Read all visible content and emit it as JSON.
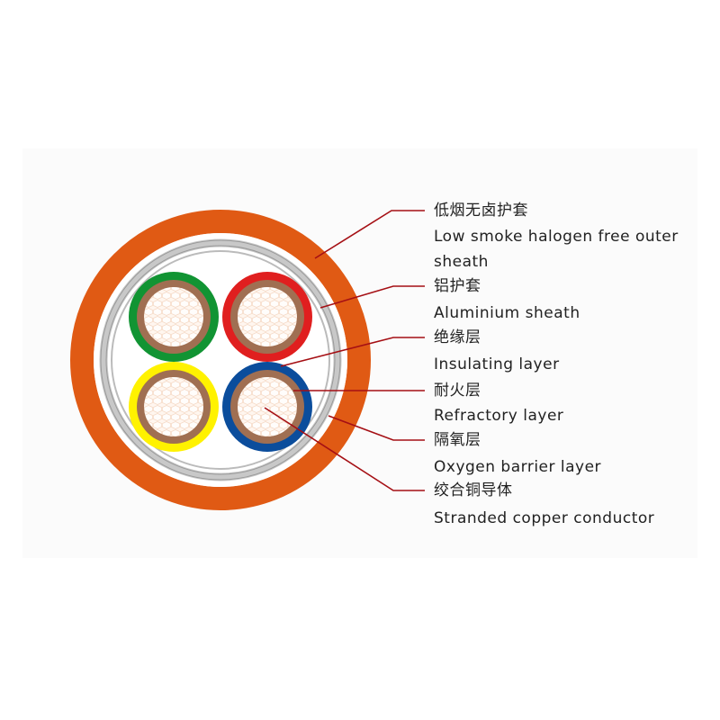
{
  "labels": [
    {
      "zh": "低烟无卤护套",
      "en": [
        "Low smoke halogen free outer",
        "sheath"
      ]
    },
    {
      "zh": "铝护套",
      "en": [
        "Aluminium sheath"
      ]
    },
    {
      "zh": "绝缘层",
      "en": [
        "Insulating layer"
      ]
    },
    {
      "zh": "耐火层",
      "en": [
        "Refractory layer"
      ]
    },
    {
      "zh": "隔氧层",
      "en": [
        "Oxygen barrier layer"
      ]
    },
    {
      "zh": "绞合铜导体",
      "en": [
        "Stranded copper conductor"
      ]
    }
  ],
  "colors": {
    "outer_sheath": "#e05a14",
    "leader": "#a50f14",
    "core_green": "#119433",
    "core_red": "#e01f1f",
    "core_yellow": "#fff200",
    "core_blue": "#0b4d9c",
    "refractory": "#a06f52",
    "conductor": "#fdf0e6"
  }
}
